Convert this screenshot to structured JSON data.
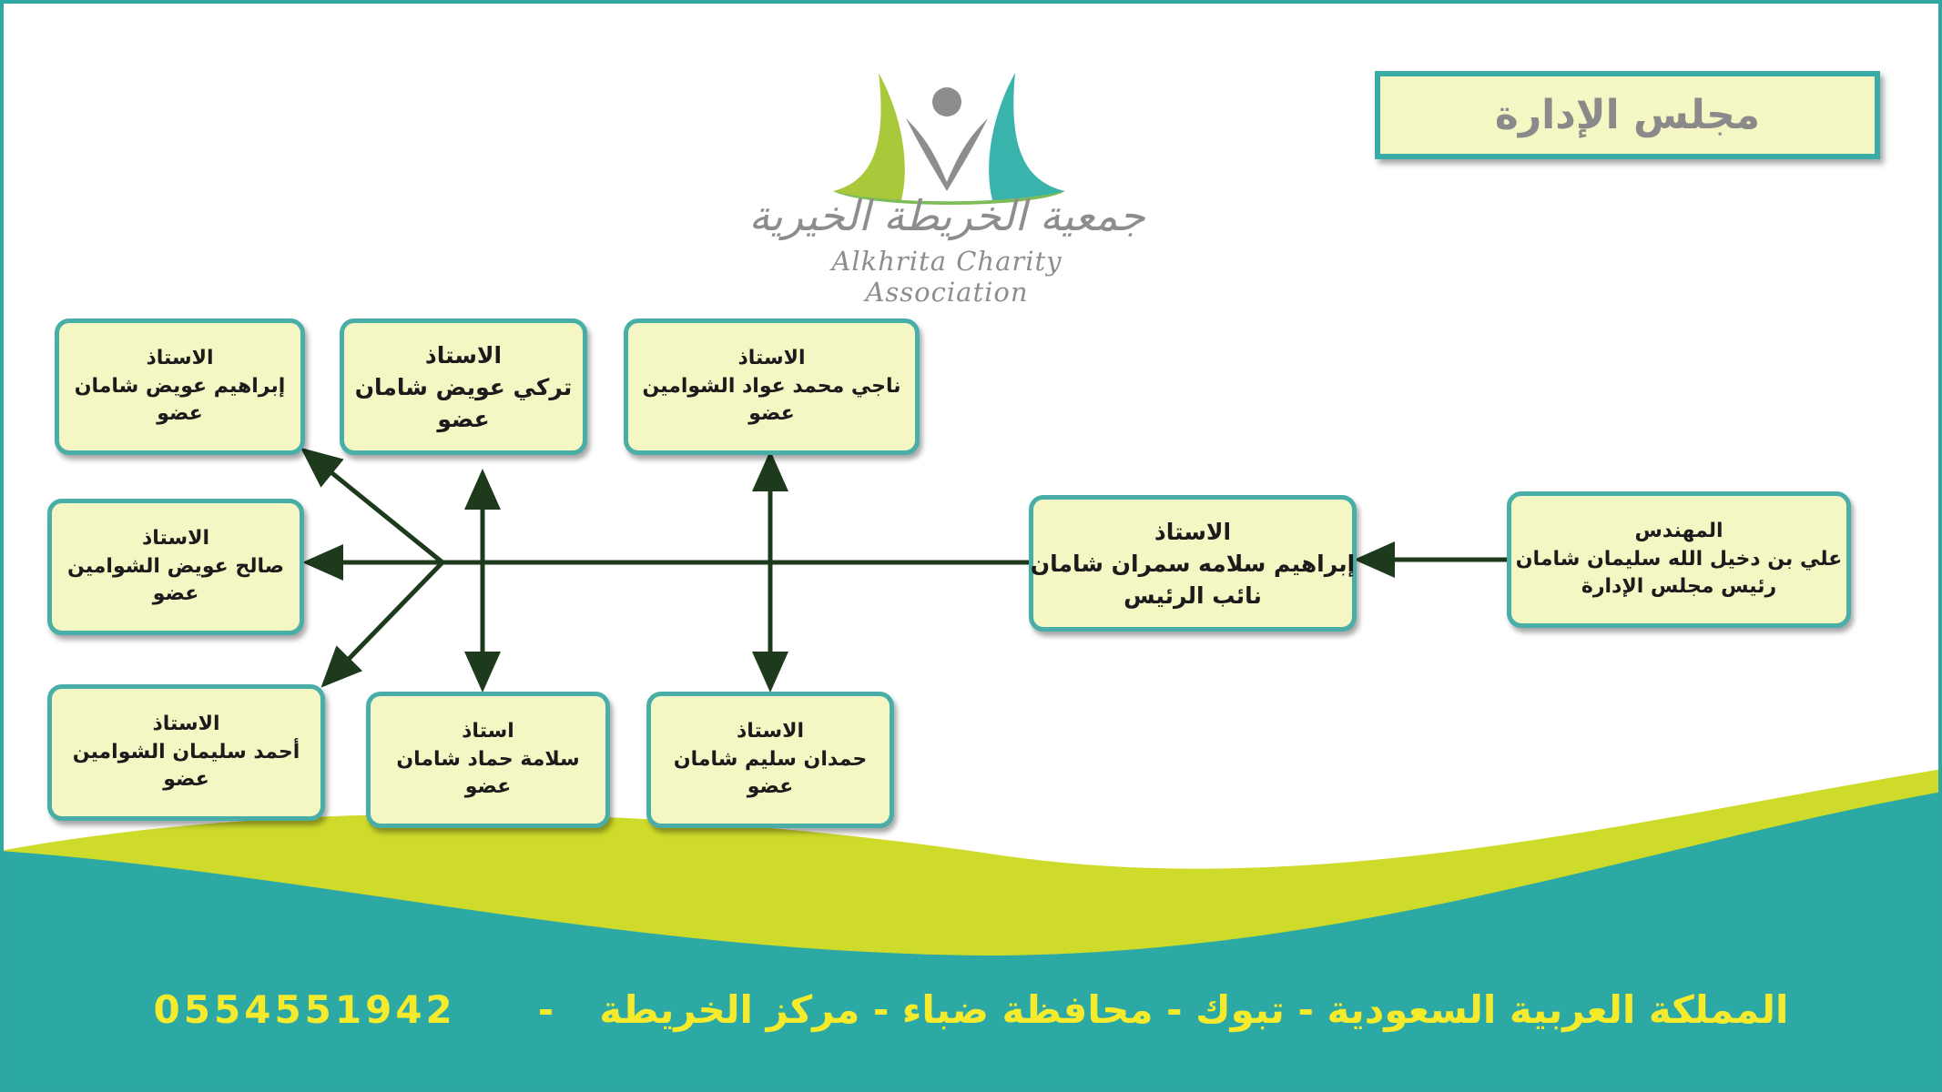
{
  "org": {
    "logo_ar": "جمعية الخريطة الخيرية",
    "logo_en": "Alkhrita Charity Association",
    "logo_icon": "charity-people-logo"
  },
  "title": "مجلس الإدارة",
  "nodes": {
    "chairman": {
      "title": "المهندس",
      "name": "علي بن دخيل الله سليمان شامان",
      "role": "رئيس مجلس الإدارة"
    },
    "vice": {
      "title": "الاستاذ",
      "name": "إبراهيم سلامه سمران شامان",
      "role": "نائب الرئيس"
    },
    "m_naji": {
      "title": "الاستاذ",
      "name": "ناجي محمد عواد الشوامين",
      "role": "عضو"
    },
    "m_turki": {
      "title": "الاستاذ",
      "name": "تركي عويض شامان",
      "role": "عضو"
    },
    "m_ibrahim": {
      "title": "الاستاذ",
      "name": "إبراهيم عويض شامان",
      "role": "عضو"
    },
    "m_saleh": {
      "title": "الاستاذ",
      "name": "صالح عويض الشوامين",
      "role": "عضو"
    },
    "m_ahmad": {
      "title": "الاستاذ",
      "name": "أحمد سليمان الشوامين",
      "role": "عضو"
    },
    "m_salama": {
      "title": "استاذ",
      "name": "سلامة حماد شامان",
      "role": "عضو"
    },
    "m_hamdan": {
      "title": "الاستاذ",
      "name": "حمدان سليم شامان",
      "role": "عضو"
    }
  },
  "footer": {
    "address": "المملكة العربية السعودية - تبوك - محافظة ضباء - مركز الخريطة",
    "separator": "-",
    "phone": "0554551942"
  },
  "colors": {
    "teal": "#2fa8a4",
    "lime": "#cfdb2a",
    "box_fill": "#f4f6c4",
    "connector": "#1d3a1d",
    "footer_text": "#f6ea2c"
  }
}
